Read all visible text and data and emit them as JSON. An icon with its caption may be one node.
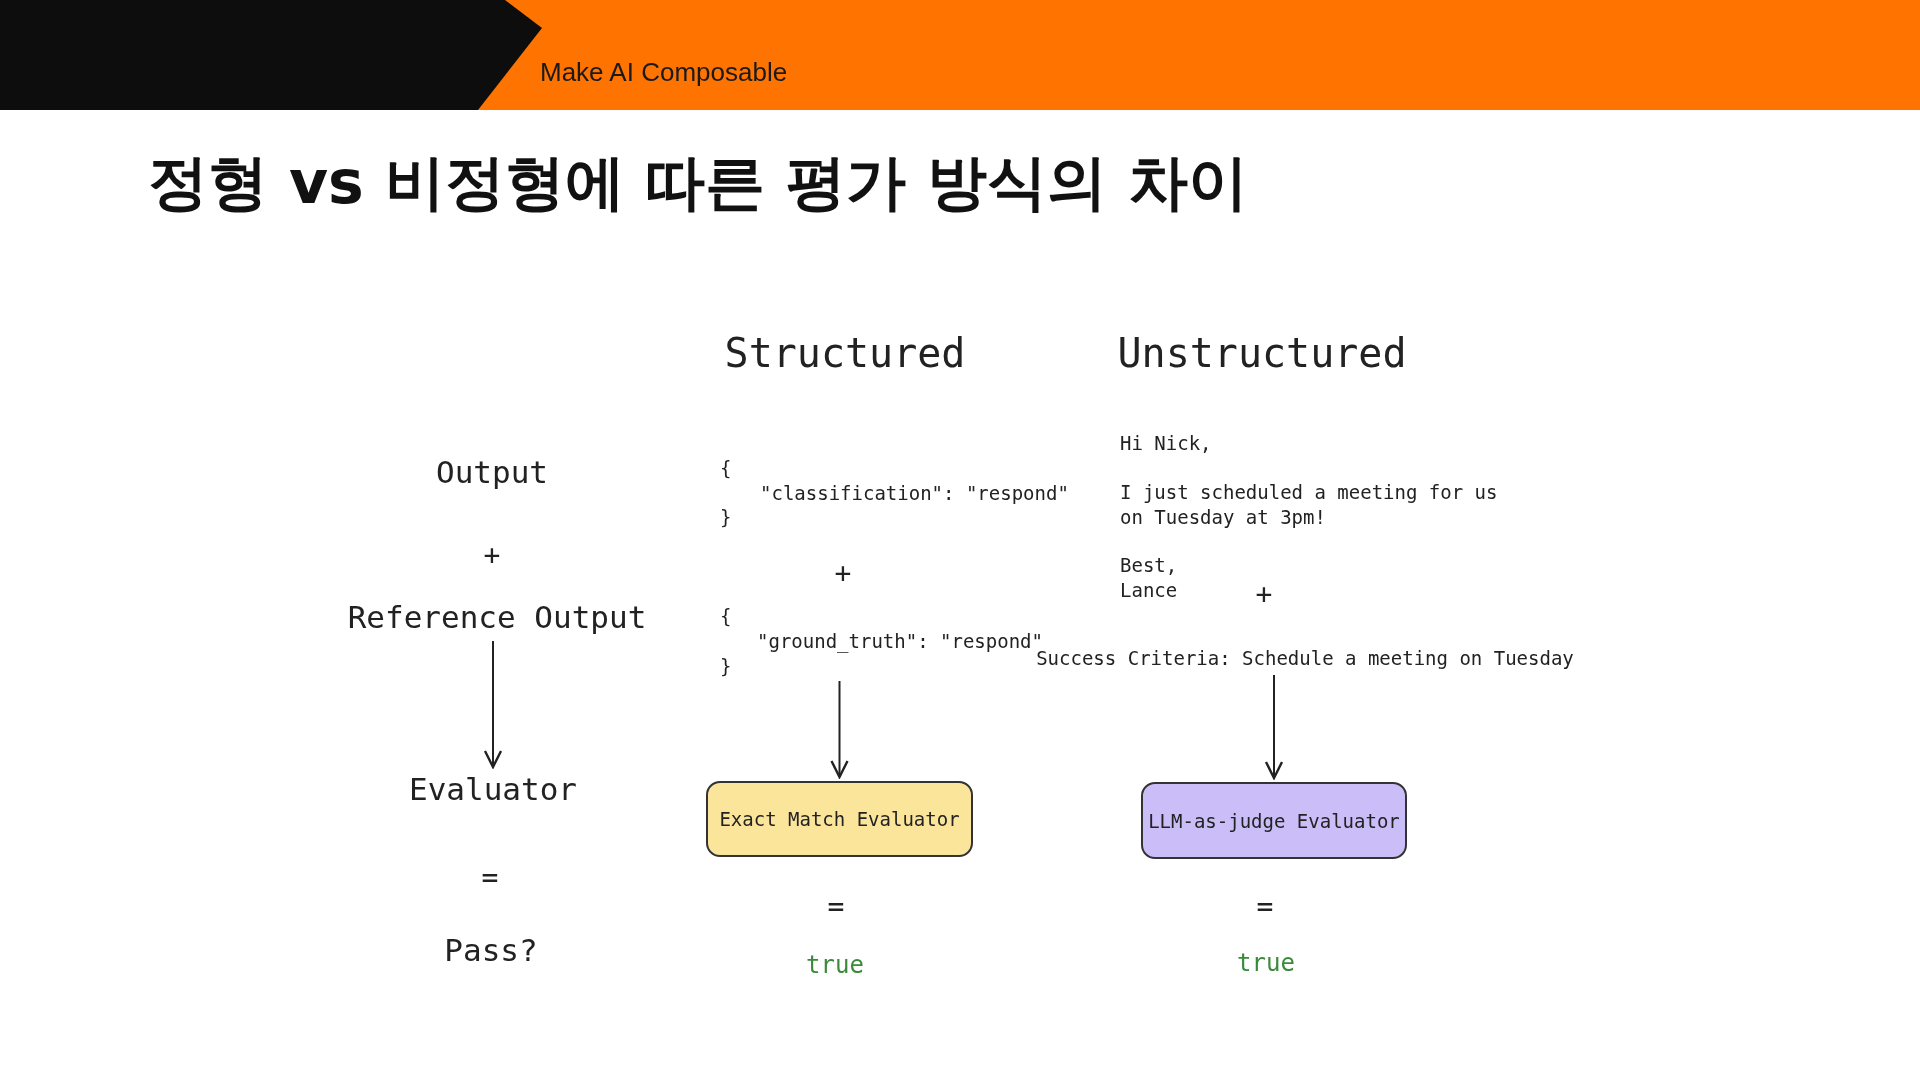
{
  "diagram": {
    "title": "정형 vs 비정형에 따른 평가 방식의 차이",
    "nodes": [
      {
        "text": [
          "Reference Output"
        ]
      },
      {
        "text": [
          "Evaluator"
        ]
      },
      {
        "text": [
          "{",
          "\"ground_truth\": \"respond\"",
          "}"
        ]
      },
      {
        "text": [
          "Exact Match Evaluator"
        ]
      },
      {
        "text": [
          "Success Criteria: Schedule a meeting on Tuesday"
        ]
      },
      {
        "text": [
          "LLM-as-judge Evaluator"
        ]
      }
    ],
    "edges": [
      {
        "from": 0,
        "to": 1,
        "arrow": "to"
      },
      {
        "from": 2,
        "to": 3,
        "arrow": "to"
      },
      {
        "from": 4,
        "to": 5,
        "arrow": "to"
      }
    ],
    "labels": [
      "Make AI Composable",
      "Structured",
      "Unstructured",
      "Output",
      "{",
      "\"classification\": \"respond\"",
      "}",
      "Hi Nick,",
      "I just scheduled a meeting for us on Tuesday at 3pm!",
      "+",
      "+",
      "Best, Lance",
      "+",
      "=",
      "=",
      "=",
      "Pass?",
      "true",
      "true"
    ]
  }
}
